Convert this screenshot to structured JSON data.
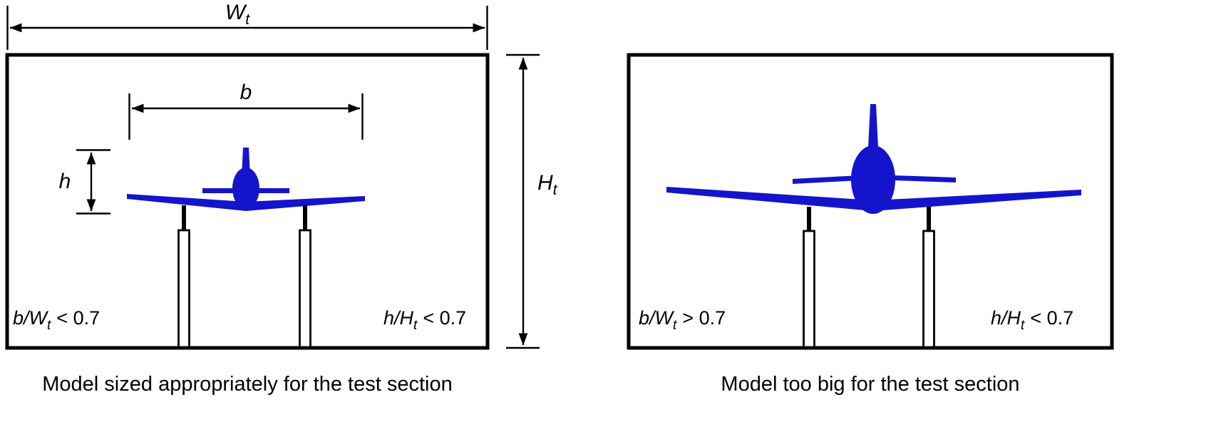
{
  "colors": {
    "aircraft_blue": "#1414cc",
    "line_black": "#000000"
  },
  "left_panel": {
    "tunnel_width_label": {
      "base": "W",
      "sub": "t"
    },
    "span_label": "b",
    "model_height_label": "h",
    "tunnel_height_label": {
      "base": "H",
      "sub": "t"
    },
    "span_condition": {
      "main": "b/W",
      "sub": "t",
      "rest": "< 0.7"
    },
    "height_condition": {
      "main": "h/H",
      "sub": "t",
      "rest": "< 0.7"
    },
    "caption": "Model sized appropriately for the test section"
  },
  "right_panel": {
    "span_condition": {
      "main": "b/W",
      "sub": "t",
      "rest": "> 0.7"
    },
    "height_condition": {
      "main": "h/H",
      "sub": "t",
      "rest": "< 0.7"
    },
    "caption": "Model too big for the test section"
  }
}
